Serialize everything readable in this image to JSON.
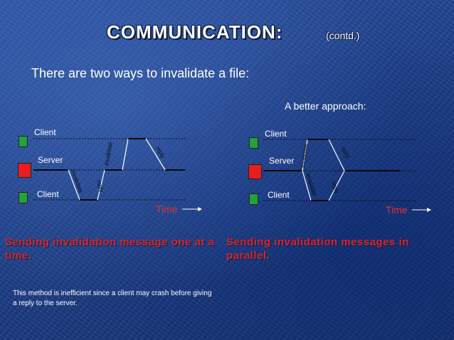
{
  "slide": {
    "title": "COMMUNICATION:",
    "subtitle": "(contd.)",
    "bullet": "There are two ways to invalidate a file:",
    "better_label": "A better approach:"
  },
  "left_diagram": {
    "client_top": "Client",
    "server": "Server",
    "client_bottom": "Client",
    "msg_invalidate_up": "invalidate",
    "msg_reply_up": "reply",
    "msg_invalidate_down": "invalidate",
    "msg_reply_down": "reply",
    "time_label": "Time"
  },
  "right_diagram": {
    "client_top": "Client",
    "server": "Server",
    "client_bottom": "Client",
    "msg_invalidate_up": "invalidate",
    "msg_reply_up": "reply",
    "msg_invalidate_down": "invalidate",
    "msg_reply_down": "reply",
    "time_label": "Time"
  },
  "captions": {
    "left": "Sending invalidation message one at a time.",
    "right": "Sending invalidation messages in parallel.",
    "note": "This method is inefficient since a client may crash before giving a reply to the server."
  },
  "colors": {
    "client_box": "#21a33a",
    "server_box": "#e81e1e",
    "caption_red": "#d8262b",
    "background": "#1d3f8a"
  }
}
